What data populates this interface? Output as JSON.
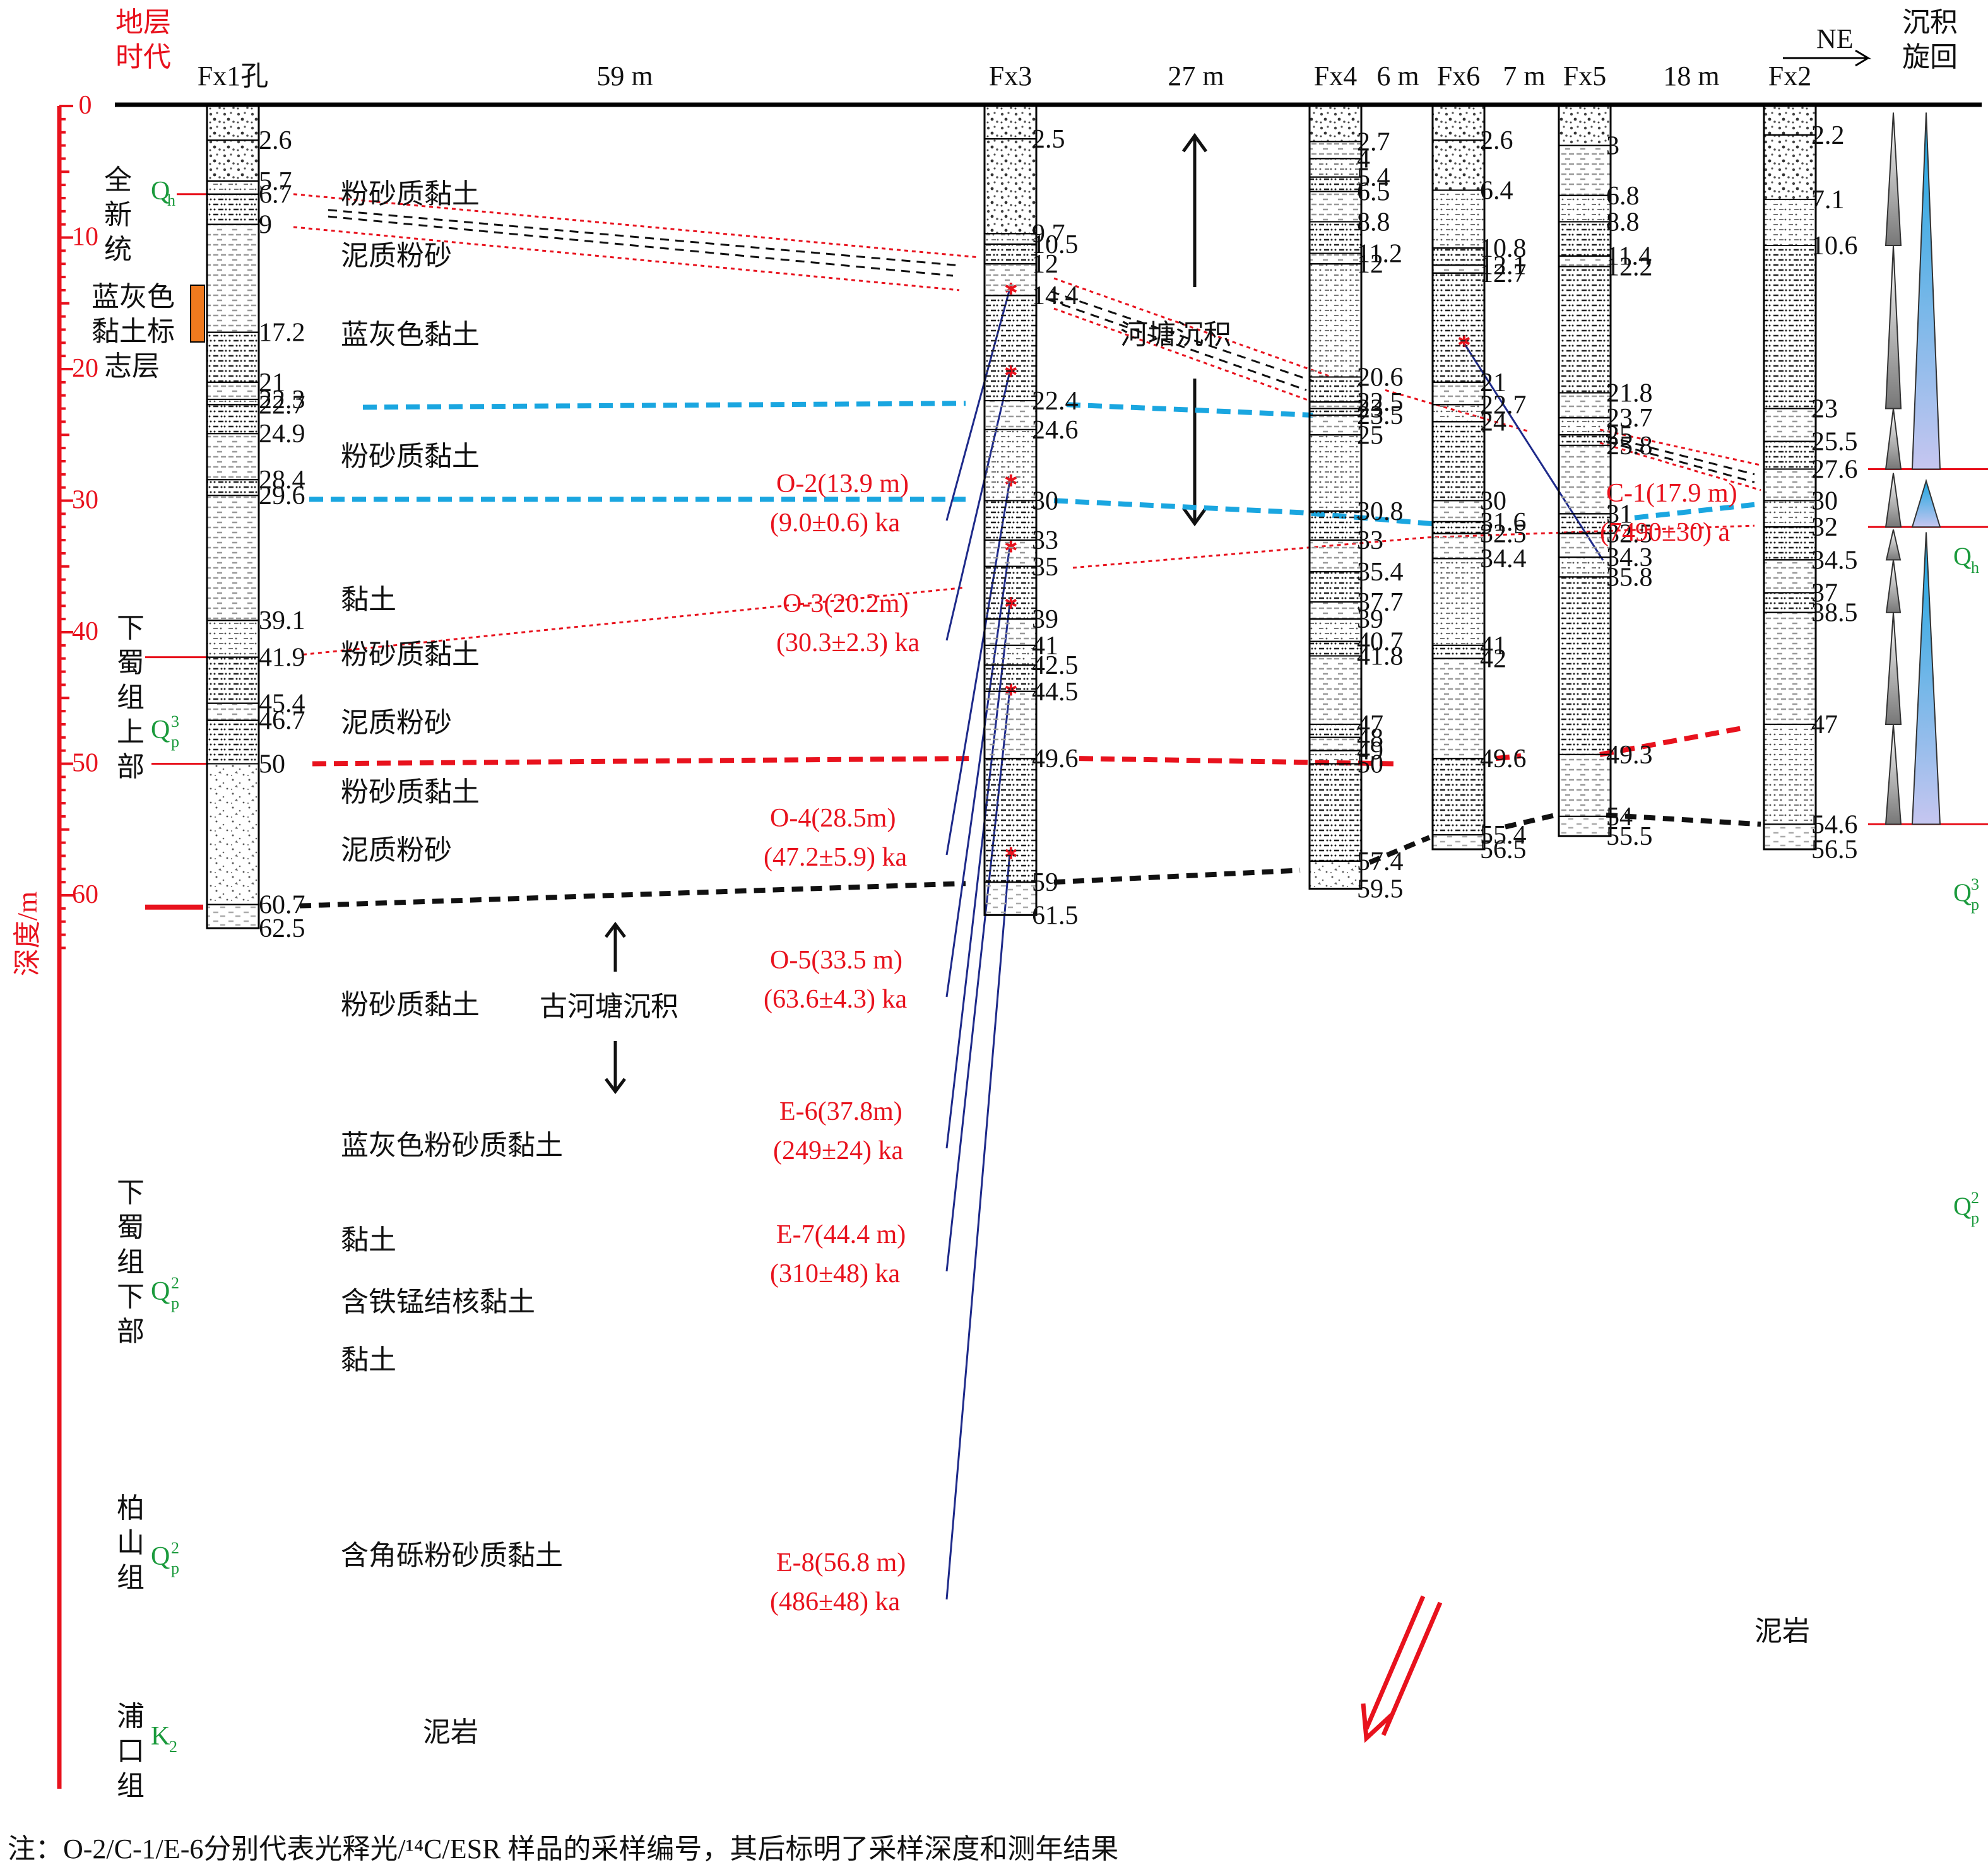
{
  "header": {
    "stratum_age": [
      "地层",
      "时代"
    ],
    "cycle": [
      "沉积",
      "旋回"
    ],
    "direction": "NE",
    "distances": [
      "59 m",
      "27 m",
      "6 m",
      "7 m",
      "18 m"
    ]
  },
  "depth_axis": {
    "title": "深度/m",
    "ticks": [
      "0",
      "10",
      "20",
      "30",
      "40",
      "50",
      "60"
    ]
  },
  "strata": [
    {
      "name": "全新统",
      "code": "Qh"
    },
    {
      "name": "蓝灰色黏土标志层",
      "code": ""
    },
    {
      "name": "下蜀组上部",
      "code": "Qp3"
    },
    {
      "name": "下蜀组下部",
      "code": "Qp2"
    },
    {
      "name": "柏山组",
      "code": "Qp2"
    },
    {
      "name": "浦口组",
      "code": "K2"
    }
  ],
  "boreholes": [
    {
      "name": "Fx1孔",
      "depths": [
        "2.6",
        "5.7",
        "6.7",
        "9",
        "17.2",
        "21",
        "22.3",
        "22.7",
        "24.9",
        "28.4",
        "29.6",
        "39.1",
        "41.9",
        "45.4",
        "46.7",
        "50",
        "60.7",
        "62.5"
      ]
    },
    {
      "name": "Fx3",
      "depths": [
        "2.5",
        "9.7",
        "10.5",
        "12",
        "14.4",
        "22.4",
        "24.6",
        "30",
        "33",
        "35",
        "39",
        "41",
        "42.5",
        "44.5",
        "49.6",
        "59",
        "61.5"
      ]
    },
    {
      "name": "Fx4",
      "depths": [
        "2.7",
        "4",
        "5.4",
        "6.5",
        "8.8",
        "11.2",
        "12",
        "20.6",
        "22.5",
        "23",
        "23.5",
        "25",
        "30.8",
        "33",
        "35.4",
        "37.7",
        "39",
        "40.7",
        "41.8",
        "47",
        "48",
        "49",
        "50",
        "57.4",
        "59.5"
      ]
    },
    {
      "name": "Fx6",
      "depths": [
        "2.6",
        "6.4",
        "10.8",
        "12.1",
        "12.7",
        "21",
        "22.7",
        "24",
        "30",
        "31.6",
        "32.5",
        "34.4",
        "41",
        "42",
        "49.6",
        "55.4",
        "56.5"
      ]
    },
    {
      "name": "Fx5",
      "depths": [
        "3",
        "6.8",
        "8.8",
        "11.4",
        "12.2",
        "21.8",
        "23.7",
        "25",
        "25.8",
        "31",
        "32.5",
        "34.3",
        "35.8",
        "49.3",
        "54",
        "55.5"
      ]
    },
    {
      "name": "Fx2",
      "depths": [
        "2.2",
        "7.1",
        "10.6",
        "23",
        "25.5",
        "27.6",
        "30",
        "32",
        "34.5",
        "37",
        "38.5",
        "47",
        "54.6",
        "56.5"
      ]
    }
  ],
  "lithology": {
    "silty_clay": "粉砂质黏土",
    "muddy_silt": "泥质粉砂",
    "blue_grey_clay": "蓝灰色黏土",
    "clay": "黏土",
    "blue_grey_silty_clay": "蓝灰色粉砂质黏土",
    "fe_mn_clay": "含铁锰结核黏土",
    "breccia_silty_clay": "含角砾粉砂质黏土",
    "mudstone": "泥岩"
  },
  "annotations": {
    "pond": "河塘沉积",
    "ancient_pond": "古河塘沉积"
  },
  "samples": [
    {
      "id": "O-2(13.9 m)",
      "age": "(9.0±0.6) ka"
    },
    {
      "id": "O-3(20.2m)",
      "age": "(30.3±2.3) ka"
    },
    {
      "id": "O-4(28.5m)",
      "age": "(47.2±5.9) ka"
    },
    {
      "id": "O-5(33.5 m)",
      "age": "(63.6±4.3) ka"
    },
    {
      "id": "E-6(37.8m)",
      "age": "(249±24) ka"
    },
    {
      "id": "E-7(44.4 m)",
      "age": "(310±48) ka"
    },
    {
      "id": "E-8(56.8 m)",
      "age": "(486±48) ka"
    },
    {
      "id": "C-1(17.9 m)",
      "age": "(7490±30) a"
    }
  ],
  "cycle_labels": [
    "Qh",
    "Qp3",
    "Qp2"
  ],
  "footnote": "注：O-2/C-1/E-6分别代表光释光/¹⁴C/ESR 样品的采样编号，其后标明了采样深度和测年结果",
  "colors": {
    "red": "#e8121d",
    "cyan": "#1aa6e0",
    "green": "#1a9a3c",
    "orange": "#f07a1e"
  }
}
